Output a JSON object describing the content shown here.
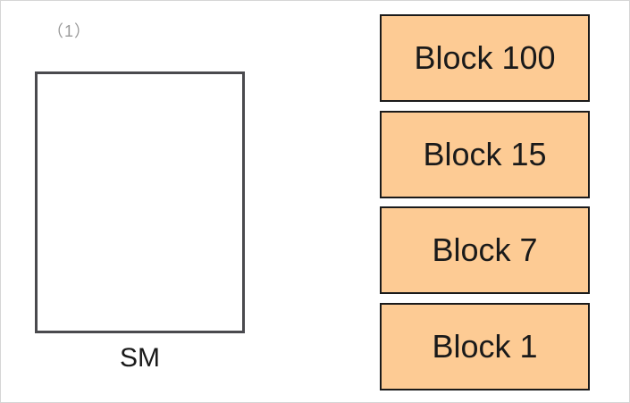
{
  "panel_label": "（1）",
  "sm": {
    "label": "SM"
  },
  "blocks": [
    {
      "label": "Block 100"
    },
    {
      "label": "Block 15"
    },
    {
      "label": "Block 7"
    },
    {
      "label": "Block 1"
    }
  ],
  "colors": {
    "block_fill": "#fdcb94",
    "block_border": "#1a1a1a",
    "sm_border": "#4a4a4e"
  }
}
